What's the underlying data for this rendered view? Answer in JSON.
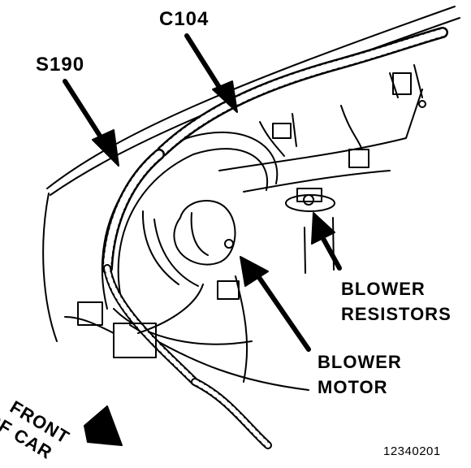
{
  "labels": {
    "c104": "C104",
    "s190": "S190",
    "blower_resistors": [
      "BLOWER",
      "RESISTORS"
    ],
    "blower_motor": [
      "BLOWER",
      "MOTOR"
    ],
    "front_of_car": [
      "FRONT",
      "OF CAR"
    ],
    "figure_number": "12340201"
  },
  "colors": {
    "ink": "#000000",
    "paper": "#ffffff"
  }
}
